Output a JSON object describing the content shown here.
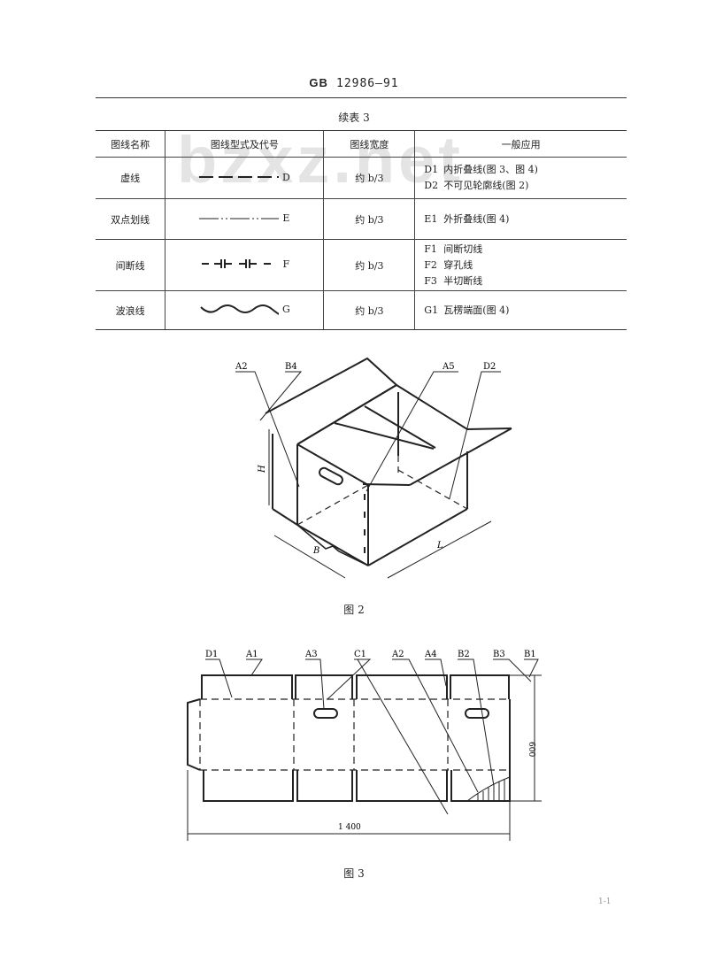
{
  "header": {
    "prefix": "GB",
    "number": "12986—91"
  },
  "watermark": "bzxz.net",
  "table": {
    "caption": "续表 3",
    "columns": [
      "图线名称",
      "图线型式及代号",
      "图线宽度",
      "一般应用"
    ],
    "rows": [
      {
        "name": "虚线",
        "code": "D",
        "style_icon": "dashed-line",
        "width": "约 b/3",
        "applications": [
          {
            "code": "D1",
            "text": "内折叠线(图 3、图 4)"
          },
          {
            "code": "D2",
            "text": "不可见轮廓线(图 2)"
          }
        ]
      },
      {
        "name": "双点划线",
        "code": "E",
        "style_icon": "double-dot-dash-line",
        "width": "约 b/3",
        "applications": [
          {
            "code": "E1",
            "text": "外折叠线(图 4)"
          }
        ]
      },
      {
        "name": "间断线",
        "code": "F",
        "style_icon": "interrupted-line",
        "width": "约 b/3",
        "applications": [
          {
            "code": "F1",
            "text": "间断切线"
          },
          {
            "code": "F2",
            "text": "穿孔线"
          },
          {
            "code": "F3",
            "text": "半切断线"
          }
        ]
      },
      {
        "name": "波浪线",
        "code": "G",
        "style_icon": "wavy-line",
        "width": "约 b/3",
        "applications": [
          {
            "code": "G1",
            "text": "瓦楞端面(图 4)"
          }
        ]
      }
    ]
  },
  "figure2": {
    "caption": "图 2",
    "labels": {
      "a2": "A2",
      "b4": "B4",
      "a5": "A5",
      "d2": "D2",
      "h": "H",
      "b": "B",
      "l": "L"
    }
  },
  "figure3": {
    "caption": "图 3",
    "labels": {
      "d1": "D1",
      "a1": "A1",
      "a3": "A3",
      "c1": "C1",
      "a2": "A2",
      "a4": "A4",
      "b2": "B2",
      "b3": "B3",
      "b1": "B1"
    },
    "dim_width": "1 400",
    "dim_height": "600"
  },
  "page_number": "1-1"
}
